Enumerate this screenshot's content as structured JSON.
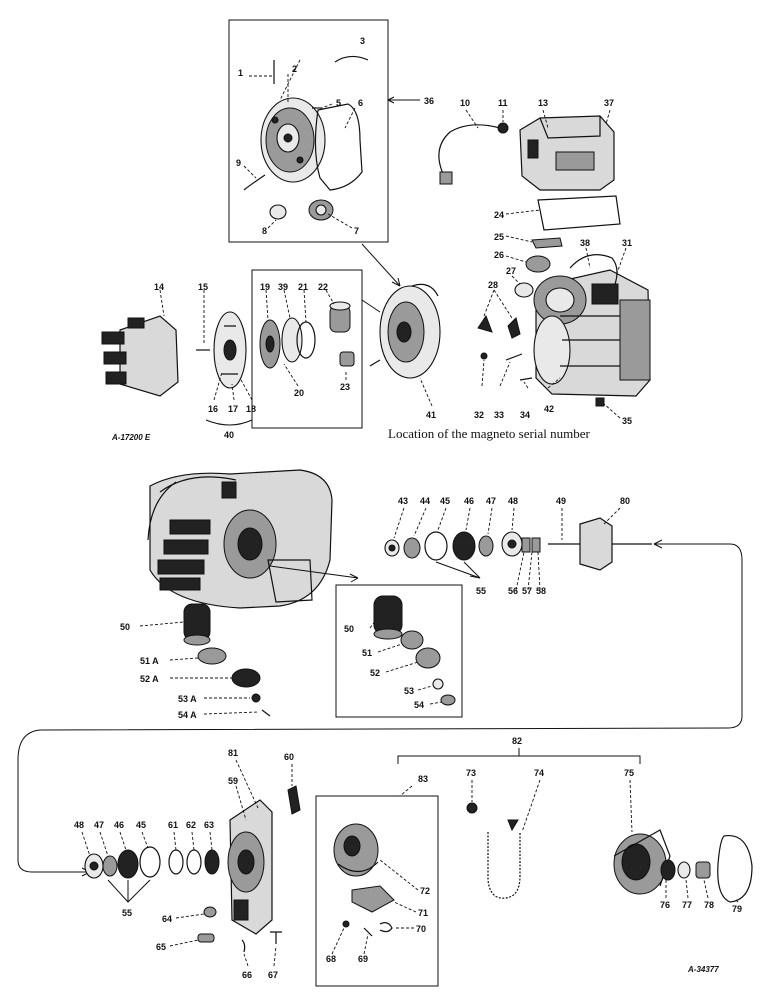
{
  "caption": "Location of the magneto serial number",
  "figure_ids": {
    "top": "A-17200 E",
    "bottom": "A-34377"
  },
  "group_labels": {
    "g40": "40",
    "g55a": "55",
    "g55b": "55",
    "g82": "82"
  },
  "callouts": [
    "1",
    "2",
    "3",
    "5",
    "6",
    "36",
    "10",
    "11",
    "13",
    "37",
    "9",
    "8",
    "7",
    "24",
    "25",
    "26",
    "38",
    "31",
    "27",
    "28",
    "14",
    "15",
    "19",
    "39",
    "21",
    "22",
    "20",
    "23",
    "16",
    "17",
    "18",
    "41",
    "32",
    "33",
    "34",
    "42",
    "35",
    "43",
    "44",
    "45",
    "46",
    "47",
    "48",
    "49",
    "80",
    "55",
    "56",
    "57",
    "58",
    "50",
    "51 A",
    "52 A",
    "53 A",
    "54 A",
    "50",
    "51",
    "52",
    "53",
    "54",
    "81",
    "60",
    "59",
    "48",
    "47",
    "46",
    "45",
    "61",
    "62",
    "63",
    "64",
    "65",
    "66",
    "67",
    "83",
    "73",
    "74",
    "75",
    "72",
    "71",
    "70",
    "68",
    "69",
    "76",
    "77",
    "78",
    "79"
  ]
}
